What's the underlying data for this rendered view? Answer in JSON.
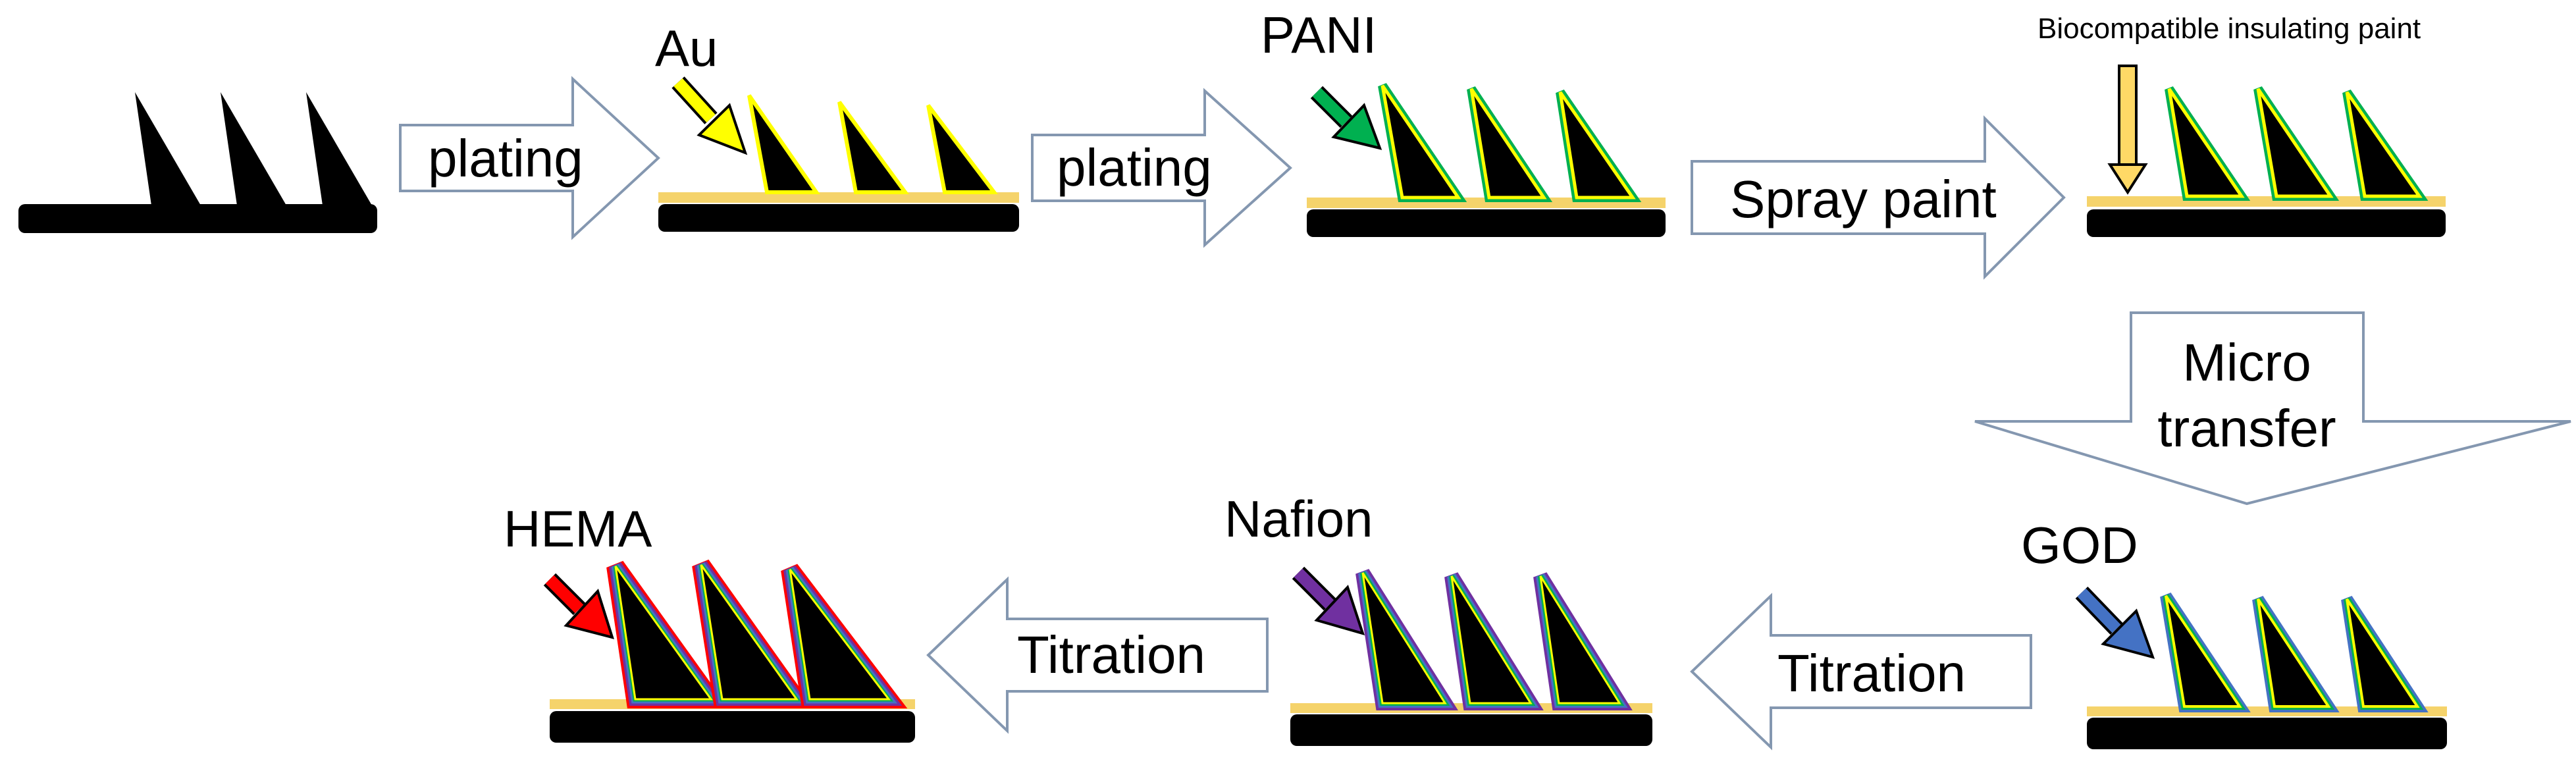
{
  "labels": {
    "au": "Au",
    "pani": "PANI",
    "paint": "Biocompatible insulating paint",
    "god": "GOD",
    "nafion": "Nafion",
    "hema": "HEMA"
  },
  "steps": {
    "plating1": "plating",
    "plating2": "plating",
    "spray": "Spray paint",
    "micro_line1": "Micro",
    "micro_line2": "transfer",
    "titration1": "Titration",
    "titration2": "Titration"
  },
  "colors": {
    "substrate": "#000000",
    "gold": "#f5d36b",
    "gold_outline": "#ffff00",
    "pani": "#00b050",
    "god": "#4472c4",
    "nafion": "#7030a0",
    "hema": "#ff0000",
    "paint_arrow": "#ffd966",
    "process_arrow_border": "#8497b0"
  },
  "icons": {
    "au_arrow": "yellow-arrow-icon",
    "pani_arrow": "green-arrow-icon",
    "paint_arrow": "light-yellow-arrow-icon",
    "god_arrow": "blue-arrow-icon",
    "nafion_arrow": "purple-arrow-icon",
    "hema_arrow": "red-arrow-icon"
  }
}
